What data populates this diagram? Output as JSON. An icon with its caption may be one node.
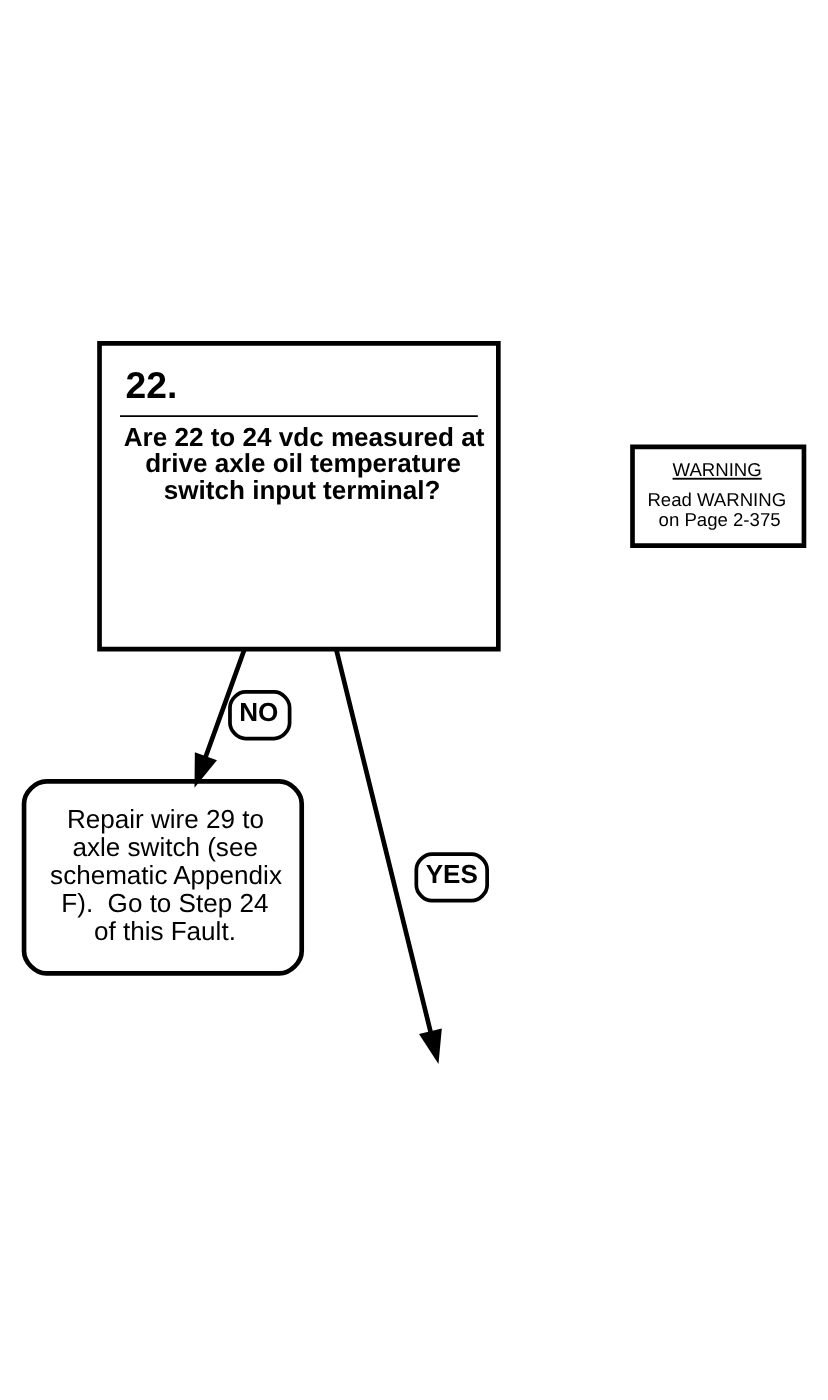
{
  "diagram": {
    "nodes": [
      {
        "text": [
          "22.",
          "Are 22 to 24 vdc measured at drive axle oil temperature switch input terminal?"
        ]
      },
      {
        "text": [
          "WARNING",
          "Read WARNING on Page 2-375"
        ]
      },
      {
        "text": [
          "Repair wire 29 to axle switch (see schematic Appendix F).  Go to Step 24 of this Fault."
        ]
      }
    ],
    "edges": [
      {
        "from": 0,
        "to": 2,
        "label": "NO",
        "arrow": "to"
      },
      {
        "from": 0,
        "to": null,
        "label": "YES",
        "arrow": "to"
      }
    ]
  }
}
